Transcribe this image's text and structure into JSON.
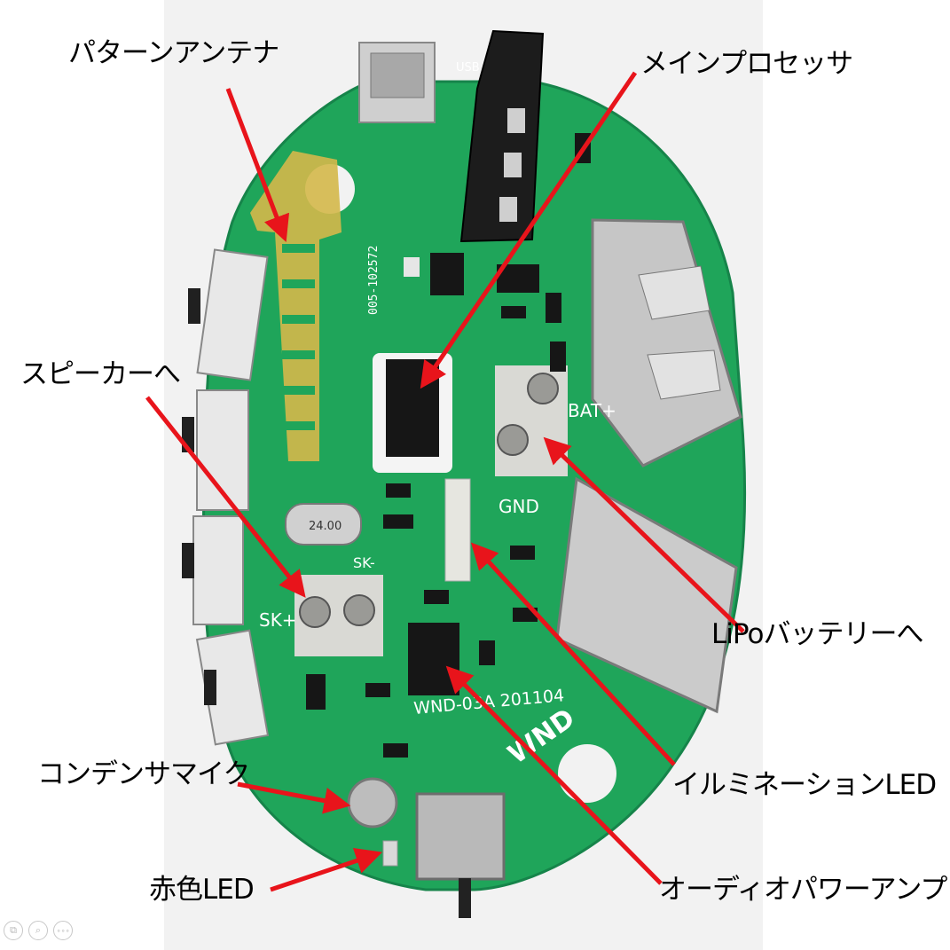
{
  "labels": {
    "pattern_antenna": "パターンアンテナ",
    "main_processor": "メインプロセッサ",
    "to_speaker": "スピーカーへ",
    "to_lipo_battery": "LiPoバッテリーへ",
    "illumination_led": "イルミネーションLED",
    "condenser_mic": "コンデンサマイク",
    "red_led": "赤色LED",
    "audio_power_amp": "オーディオパワーアンプ"
  },
  "board": {
    "model_text": "WND-03A 201104",
    "usb_text": "USB",
    "bat_text": "BAT+",
    "gnd_text": "GND",
    "sk_plus_text": "SK+",
    "sk_minus_text": "SK-",
    "crystal_text": "24.00",
    "part_number_text": "005-102572",
    "brand_text": "WND"
  },
  "colors": {
    "pcb_green": "#1fa55a",
    "arrow_red": "#e8141b",
    "pad_silver": "#d9d9d4"
  },
  "viewer_tools": [
    {
      "icon": "copy-icon",
      "glyph": "⧉"
    },
    {
      "icon": "zoom-icon",
      "glyph": "⌕"
    },
    {
      "icon": "more-icon",
      "glyph": "∘∘∘"
    }
  ]
}
